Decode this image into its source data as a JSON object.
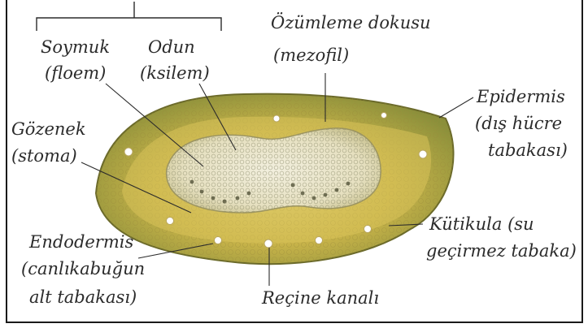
{
  "labels": {
    "soymuk": "Soymuk",
    "floem": "(floem)",
    "odun": "Odun",
    "ksilem": "(ksilem)",
    "ozumleme": "Özümleme dokusu",
    "mezofil": "(mezofil)",
    "epidermis": "Epidermis",
    "dis_hucre": "(dış hücre",
    "tabakasi": "tabakası)",
    "gozenek": "Gözenek",
    "stoma": "(stoma)",
    "kutikula": "Kütikula (su",
    "gecirmez": "geçirmez tabaka)",
    "endodermis": "Endodermis",
    "canlikabugun": "(canlıkabuğun",
    "alt_tabakasi": "alt tabakası)",
    "recine": "Reçine kanalı"
  },
  "colors": {
    "leaf_outer": "#8a8f3a",
    "leaf_mid": "#c9b44a",
    "mesophyll": "#d8c25a",
    "vascular": "#e9e6cf",
    "label_text": "#2b2b2b",
    "leader_line": "#2b2b2b"
  }
}
